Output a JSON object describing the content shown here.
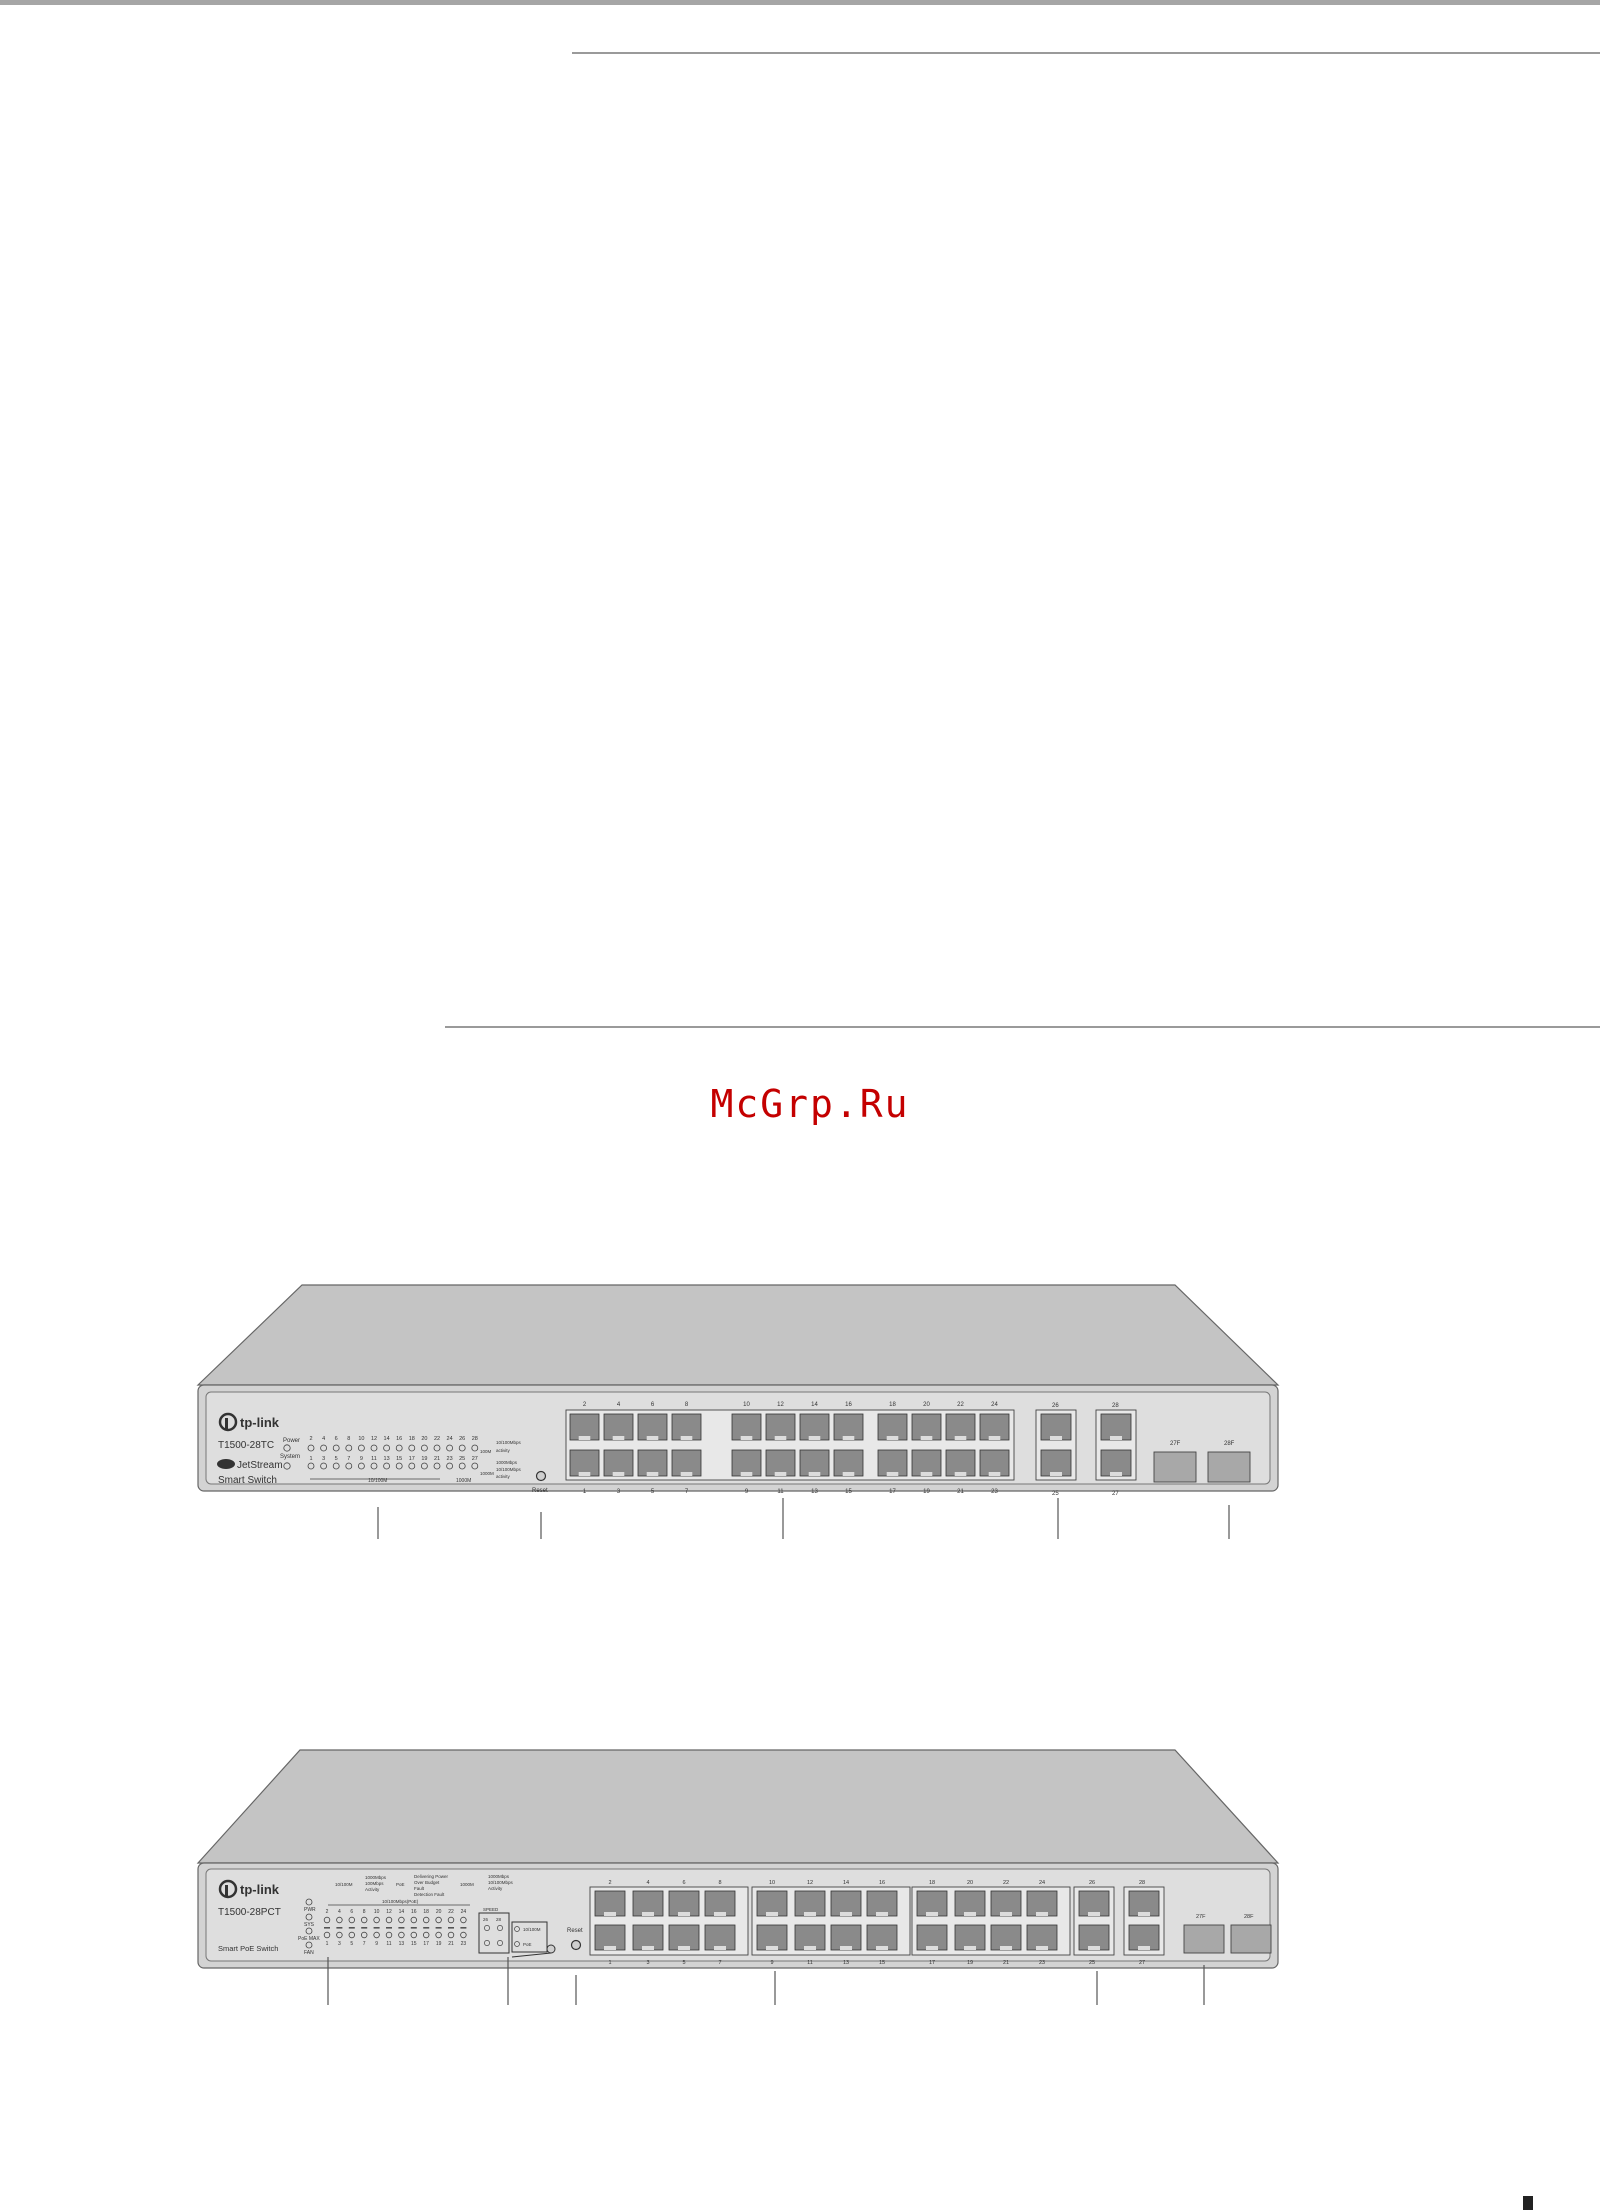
{
  "watermark": "McGrp.Ru",
  "switch1": {
    "brand": "tp-link",
    "model": "T1500-28TC",
    "series": "JetStream",
    "type": "Smart Switch",
    "led_power": "Power",
    "led_system": "System",
    "led_top_numbers": [
      "2",
      "4",
      "6",
      "8",
      "10",
      "12",
      "14",
      "16",
      "18",
      "20",
      "22",
      "24",
      "26",
      "28"
    ],
    "led_bottom_numbers": [
      "1",
      "3",
      "5",
      "7",
      "9",
      "11",
      "13",
      "15",
      "17",
      "19",
      "21",
      "23",
      "25",
      "27"
    ],
    "led_range_label": "10/100M",
    "led_1000m_label": "1000M",
    "legend_100": "100M",
    "legend_1000": "1000M",
    "legend_10_100": "10/100Mbps",
    "legend_activity": "activity",
    "legend_1000mbps": "1000Mbps",
    "legend_10_100b": "10/100Mbps",
    "legend_activity_b": "activity",
    "reset": "Reset",
    "port_top_labels": [
      "2",
      "4",
      "6",
      "8",
      "10",
      "12",
      "14",
      "16",
      "18",
      "20",
      "22",
      "24"
    ],
    "port_bottom_labels": [
      "1",
      "3",
      "5",
      "7",
      "9",
      "11",
      "13",
      "15",
      "17",
      "19",
      "21",
      "23"
    ],
    "combo_top": [
      "26",
      "28"
    ],
    "combo_bottom": [
      "25",
      "27"
    ],
    "sfp_labels": [
      "27F",
      "28F"
    ]
  },
  "switch2": {
    "brand": "tp-link",
    "model": "T1500-28PCT",
    "type": "Smart PoE Switch",
    "led_pwr": "PWR",
    "led_sys": "SYS",
    "led_poe_max": "PoE MAX",
    "led_fan": "FAN",
    "speed_legend_title": "10/100M",
    "speed_1000": "1000Mbps",
    "speed_100": "100Mbps",
    "speed_activity": "Activity",
    "poe_legend_title": "PoE",
    "poe_delivering": "Delivering Power",
    "poe_overbudget": "Over Budget",
    "poe_fault": "Fault",
    "poe_fault2": "Detection Fault",
    "legend_1000m": "1000M",
    "legend_1000mbps": "1000Mbps",
    "legend_10_100": "10/100Mbps",
    "legend_activity": "Activity",
    "led_group_label": "10/100Mbps(PoE)",
    "led_top_numbers": [
      "2",
      "4",
      "6",
      "8",
      "10",
      "12",
      "14",
      "16",
      "18",
      "20",
      "22",
      "24"
    ],
    "led_bottom_numbers": [
      "1",
      "3",
      "5",
      "7",
      "9",
      "11",
      "13",
      "15",
      "17",
      "19",
      "21",
      "23"
    ],
    "mode_box_title": "SPEED",
    "mode_box_left": "26",
    "mode_box_right": "28",
    "mode_10_100": "10/100M",
    "mode_poe": "PoE",
    "reset": "Reset",
    "port_top_labels": [
      "2",
      "4",
      "6",
      "8",
      "10",
      "12",
      "14",
      "16",
      "18",
      "20",
      "22",
      "24"
    ],
    "port_bottom_labels": [
      "1",
      "3",
      "5",
      "7",
      "9",
      "11",
      "13",
      "15",
      "17",
      "19",
      "21",
      "23"
    ],
    "combo_top": [
      "26",
      "28"
    ],
    "combo_bottom": [
      "25",
      "27"
    ],
    "sfp_labels": [
      "27F",
      "28F"
    ]
  }
}
